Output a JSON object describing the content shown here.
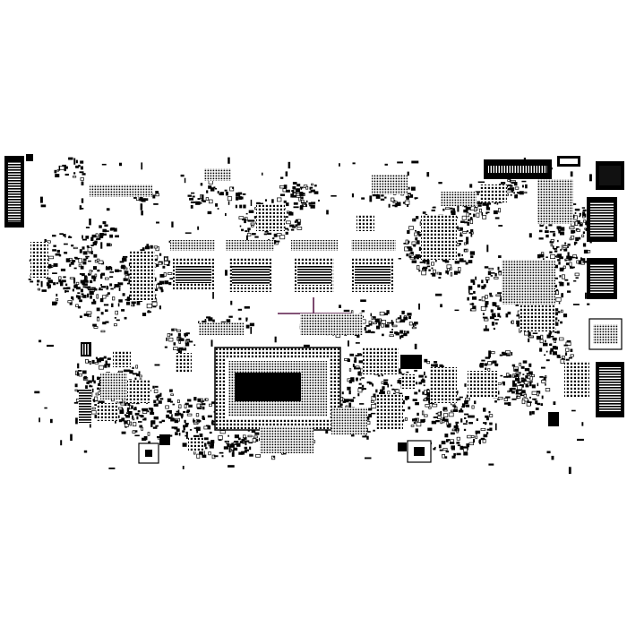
{
  "diagram": {
    "kind": "pcb-boardview",
    "background": "#ffffff",
    "ink": "#000000",
    "trace_color": "#5a1a4a",
    "components": {
      "cpu_package": "cpu-package",
      "memory_chips": [
        "memory-chip-1",
        "memory-chip-2",
        "memory-chip-3",
        "memory-chip-4"
      ],
      "edge_connectors": [
        "left-edge-connector",
        "top-right-connector",
        "right-port-1",
        "right-port-2",
        "right-port-3",
        "right-port-4"
      ]
    }
  }
}
